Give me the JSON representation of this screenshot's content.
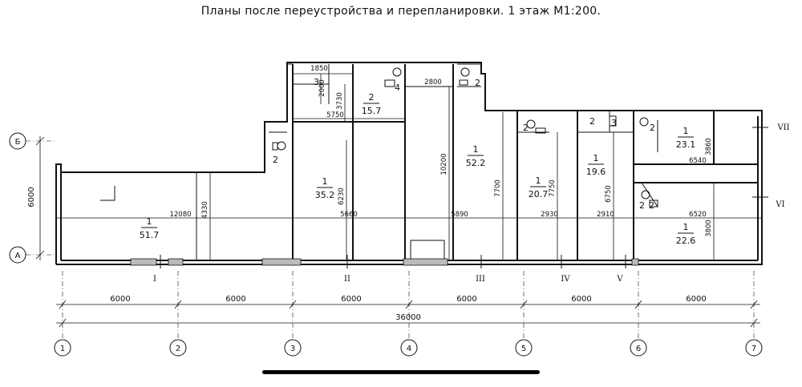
{
  "title": "Планы после переустройства и перепланировки. 1 этаж М1:200.",
  "rooms": [
    {
      "num": "1",
      "area": "51.7"
    },
    {
      "num": "1",
      "area": "35.2"
    },
    {
      "num": "2",
      "area": "15.7"
    },
    {
      "num": "1",
      "area": "52.2"
    },
    {
      "num": "1",
      "area": "20.7"
    },
    {
      "num": "1",
      "area": "19.6"
    },
    {
      "num": "1",
      "area": "23.1"
    },
    {
      "num": "1",
      "area": "22.6"
    }
  ],
  "room_numbers": [
    "3",
    "4",
    "2",
    "2",
    "2",
    "2",
    "3",
    "2",
    "2",
    "2"
  ],
  "dimensions": [
    "1850",
    "2000",
    "3730",
    "2800",
    "5750",
    "12080",
    "4330",
    "6230",
    "5660",
    "10200",
    "5890",
    "7700",
    "7750",
    "2930",
    "6750",
    "2910",
    "3860",
    "6540",
    "6520",
    "3800"
  ],
  "axes_bottom": [
    "1",
    "2",
    "3",
    "4",
    "5",
    "6",
    "7"
  ],
  "axes_side": [
    "Б",
    "А"
  ],
  "span_labels": [
    "6000",
    "6000",
    "6000",
    "6000",
    "6000",
    "6000"
  ],
  "total_length": "36000",
  "side_dimension": "6000",
  "section_marks": [
    "I",
    "II",
    "III",
    "IV",
    "V",
    "VI",
    "VII"
  ]
}
